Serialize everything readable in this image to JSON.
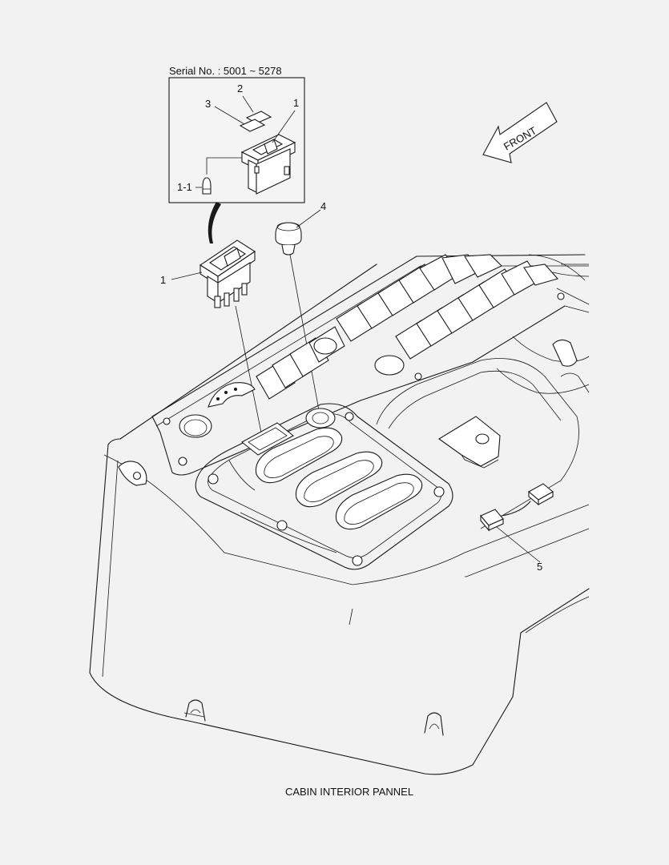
{
  "inset": {
    "serial_label": "Serial No. : 5001 ~ 5278"
  },
  "labels": {
    "part_1_inset": "1",
    "part_2": "2",
    "part_3": "3",
    "part_1_1": "1-1",
    "part_1_main": "1",
    "part_4": "4",
    "part_5": "5"
  },
  "front_arrow": {
    "text": "FRONT"
  },
  "caption": "CABIN INTERIOR PANNEL"
}
